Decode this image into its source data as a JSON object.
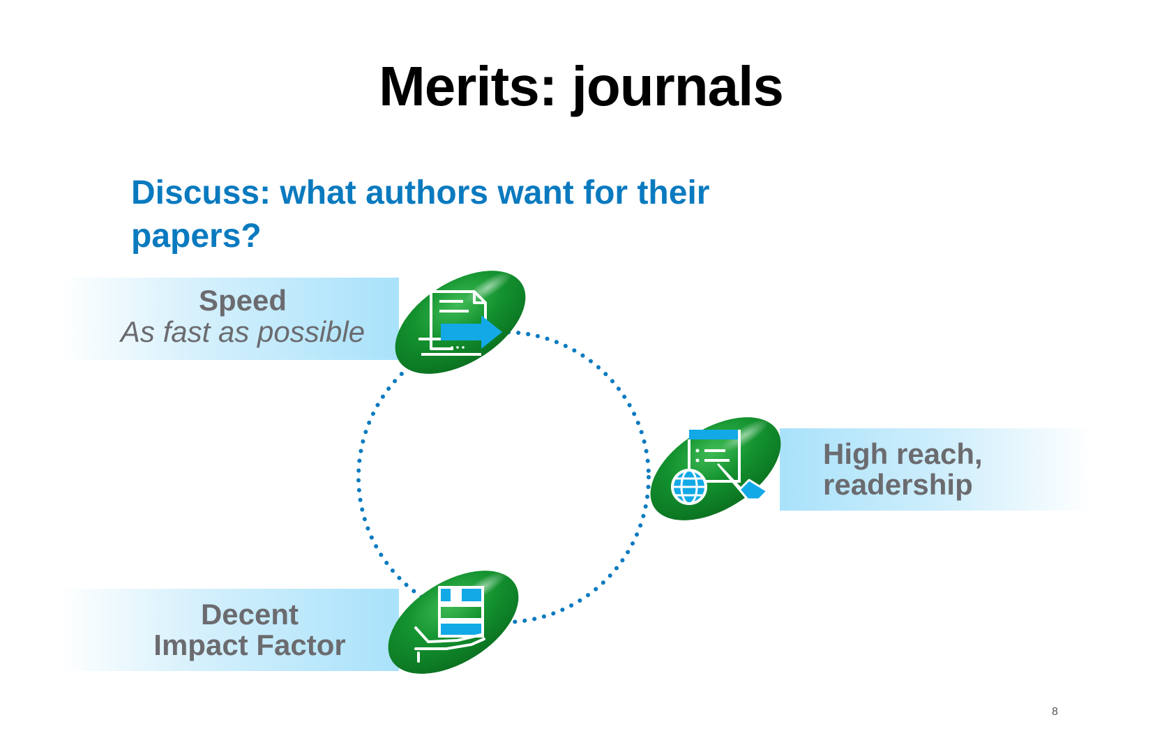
{
  "slide": {
    "title": "Merits: journals",
    "question": "Discuss: what authors want for their papers?",
    "page_number": "8"
  },
  "items": {
    "speed": {
      "title": "Speed",
      "subtitle": "As fast as possible",
      "icon": "document-send-icon"
    },
    "reach": {
      "title_line1": "High reach,",
      "title_line2": "readership",
      "icon": "globe-document-icon"
    },
    "impact": {
      "title_line1": "Decent",
      "title_line2": "Impact Factor",
      "icon": "books-hand-icon"
    }
  },
  "colors": {
    "title": "#000000",
    "question": "#0a7abf",
    "label_text": "#6b6b6f",
    "box_fill": "#a9e2fb",
    "oval_green": "#0f8a2a",
    "icon_accent": "#12a9e6",
    "dotted_ring": "#0a7abf"
  }
}
